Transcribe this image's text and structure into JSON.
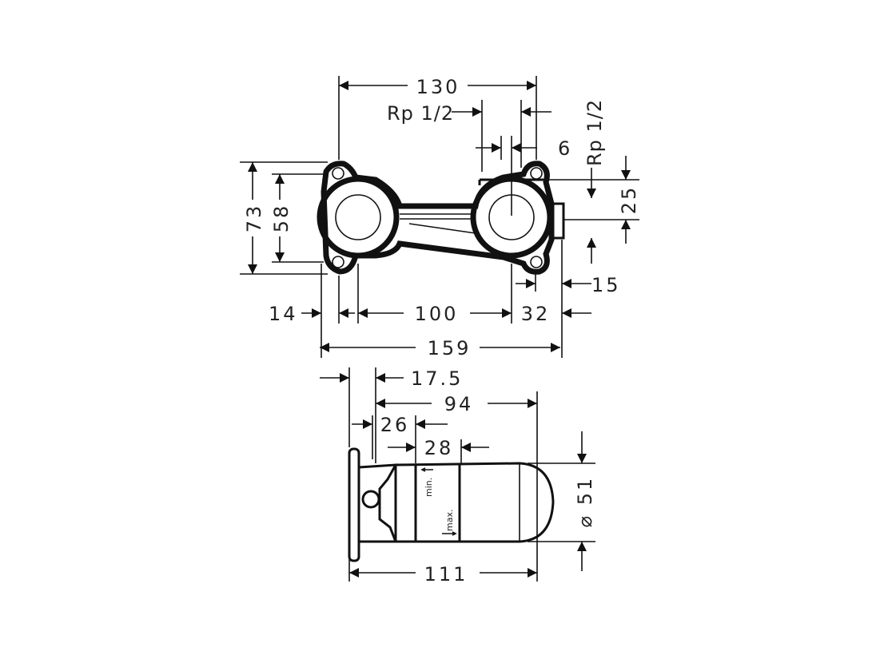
{
  "dimensions": {
    "width_130": "130",
    "rp_top": "Rp 1/2",
    "gap_6": "6",
    "rp_side": "Rp 1/2",
    "h_25": "25",
    "h_73": "73",
    "h_58": "58",
    "w_15": "15",
    "w_14": "14",
    "w_100": "100",
    "w_32": "32",
    "w_159": "159",
    "d_17_5": "17.5",
    "d_94": "94",
    "d_26": "26",
    "d_28": "28",
    "dia_51": "⌀ 51",
    "d_111": "111"
  },
  "labels": {
    "min": "min.",
    "max": "max."
  }
}
